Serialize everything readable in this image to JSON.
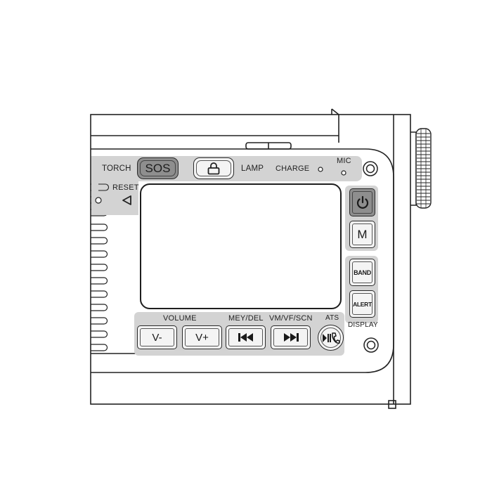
{
  "device": {
    "top_labels": {
      "torch": "TORCH",
      "sos": "SOS",
      "lamp": "LAMP",
      "charge": "CHARGE",
      "mic": "MIC"
    },
    "side_labels": {
      "reset": "RESET"
    },
    "right_buttons": {
      "mode": "M",
      "band": "BAND",
      "alert": "ALERT",
      "display": "DISPLAY"
    },
    "bottom_labels": {
      "volume": "VOLUME",
      "mey_del": "MEY/DEL",
      "vm_vf_scn": "VM/VF/SCN",
      "ats": "ATS"
    },
    "bottom_buttons": {
      "vol_down": "V-",
      "vol_up": "V+"
    },
    "icons": [
      "power-icon",
      "lock-icon",
      "prev-track-icon",
      "next-track-icon",
      "play-pause-call-icon",
      "reset-arrow-icon",
      "screw-icon",
      "tuning-knob"
    ],
    "colors": {
      "panel_grey": "#d3d3d3",
      "dark_button": "#8e8e8e",
      "outline": "#222222"
    }
  }
}
